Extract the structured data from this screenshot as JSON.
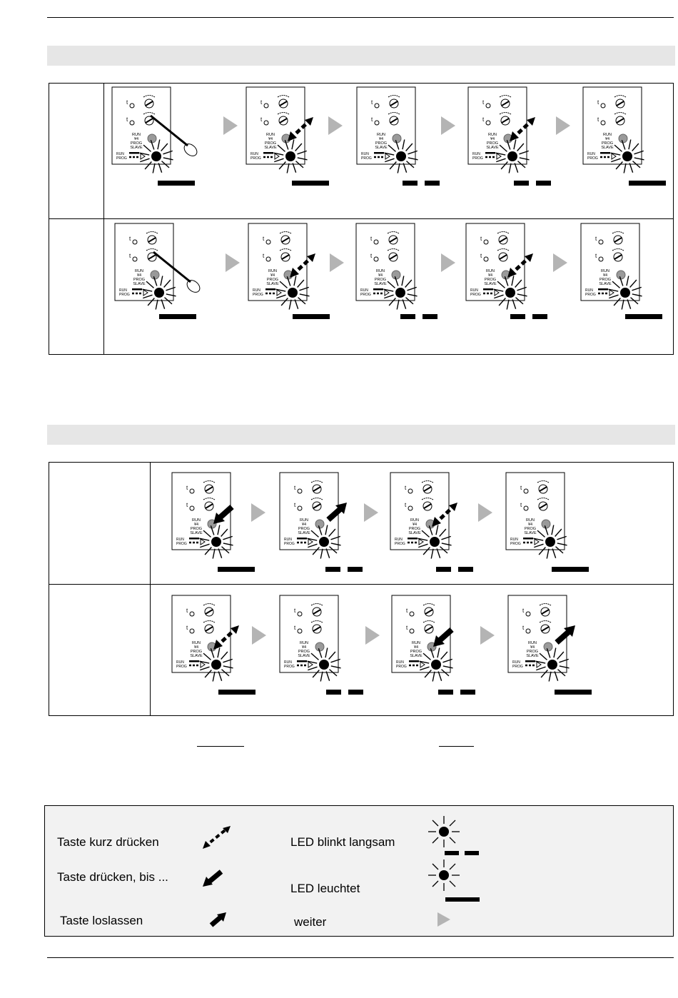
{
  "device": {
    "knob_labels": [
      "t",
      "t"
    ],
    "mode_labels": [
      "RUN",
      "¥4",
      "PROG",
      "SLAVE"
    ],
    "indicator_labels": [
      "RUN",
      "PROG"
    ]
  },
  "legend": {
    "press_short": "Taste kurz drücken",
    "press_until": "Taste drücken, bis ...",
    "release": "Taste loslassen",
    "led_blink_slow": "LED blinkt langsam",
    "led_on": "LED leuchtet",
    "next": "weiter"
  },
  "colors": {
    "band": "#e6e6e6",
    "next_arrow": "#b4b4b4",
    "led_button": "#9a9a9a"
  }
}
